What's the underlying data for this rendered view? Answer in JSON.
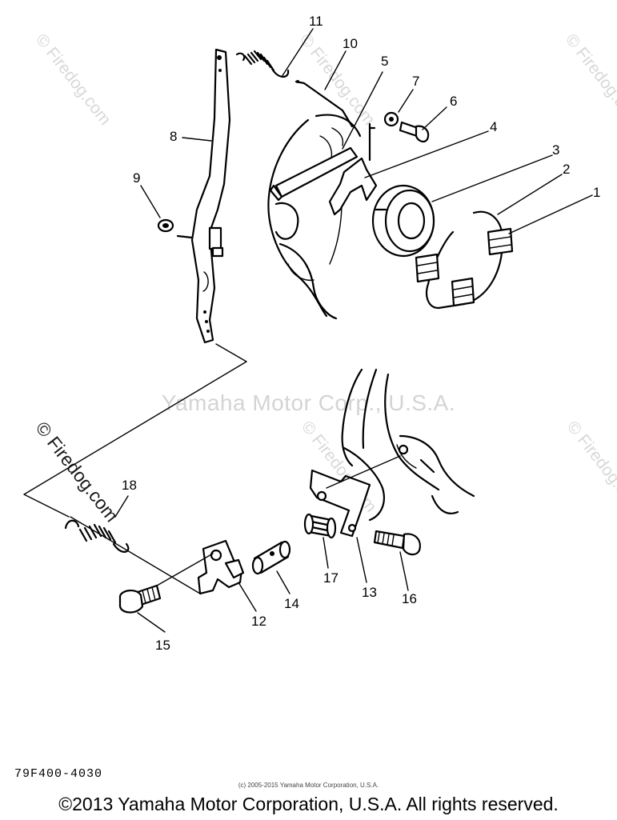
{
  "watermark": {
    "center": "Yamaha Motor Corp., U.S.A.",
    "site": "© Firedog.com"
  },
  "callouts": [
    "1",
    "2",
    "3",
    "4",
    "5",
    "6",
    "7",
    "8",
    "9",
    "10",
    "11",
    "18",
    "17",
    "13",
    "16",
    "14",
    "12",
    "15"
  ],
  "part_code": "79F400-4030",
  "copyright_small": "(c) 2005-2015 Yamaha Motor Corporation, U.S.A.",
  "copyright": "©2013 Yamaha Motor Corporation, U.S.A. All rights reserved."
}
